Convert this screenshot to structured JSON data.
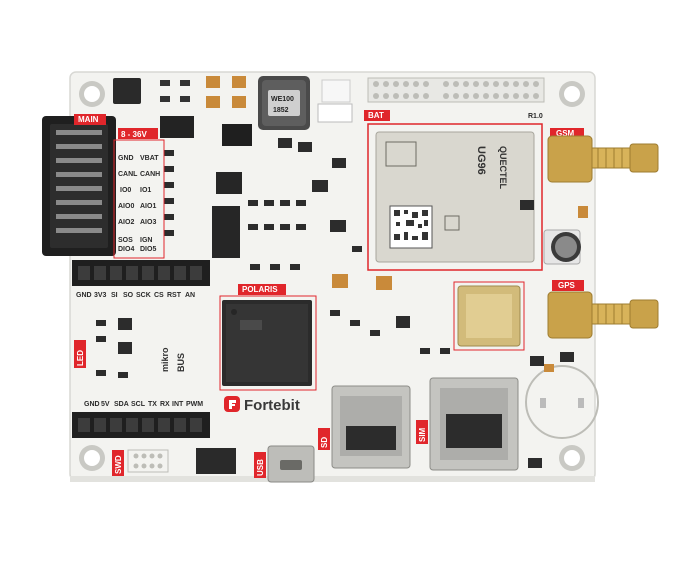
{
  "board": {
    "brand": "Fortebit",
    "board_name": "POLARIS",
    "voltage": "8 - 36V",
    "revision": "R1.0",
    "inductor_code_1": "WE100",
    "inductor_code_2": "1852",
    "module_name": "UG96",
    "module_brand": "QUECTEL",
    "mikrobus_1": "mikro",
    "mikrobus_2": "BUS"
  },
  "labels": {
    "main": "MAIN",
    "bat": "BAT",
    "gsm": "GSM",
    "gps": "GPS",
    "led": "LED",
    "sd": "SD",
    "sim": "SIM",
    "usb": "USB",
    "swd": "SWD"
  },
  "pins": {
    "main": [
      "GND",
      "VBAT",
      "CANL",
      "CANH",
      "IO0",
      "IO1",
      "AIO0",
      "AIO1",
      "AIO2",
      "AIO3",
      "SOS",
      "IGN",
      "DIO4",
      "DIO5"
    ],
    "top_header": [
      "GND",
      "3V3",
      "SI",
      "SO",
      "SCK",
      "CS",
      "RST",
      "AN"
    ],
    "bottom_header": [
      "GND",
      "5V",
      "SDA",
      "SCL",
      "TX",
      "RX",
      "INT",
      "PWM"
    ]
  },
  "colors": {
    "pcb": "#f4f4f2",
    "accent_red": "#e0262b",
    "connector_black": "#1f1f1f",
    "gold": "#c9a24a"
  }
}
